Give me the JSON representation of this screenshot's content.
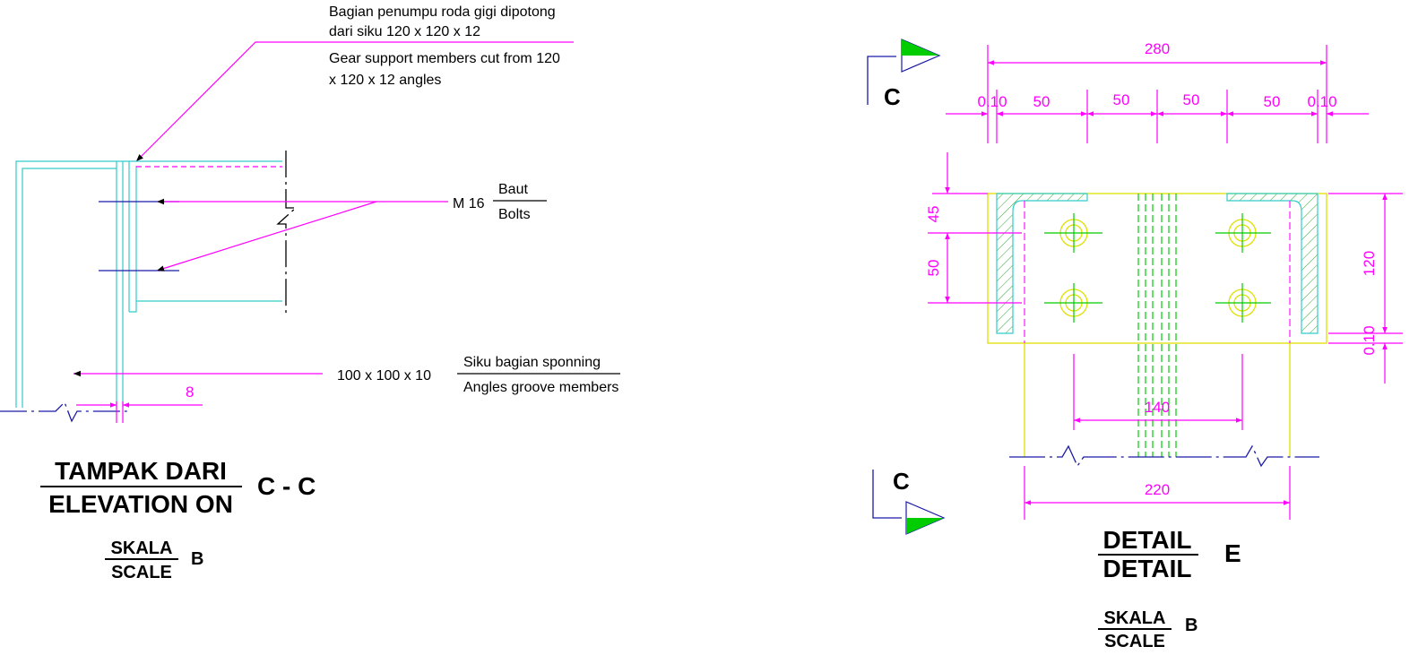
{
  "left_view": {
    "callout_top_line1": "Bagian penumpu roda gigi dipotong",
    "callout_top_line2": "dari siku 120 x 120 x 12",
    "callout_bottom_line1": "Gear support members cut from 120",
    "callout_bottom_line2": "x 120 x 12 angles",
    "bolt_size": "M 16",
    "bolt_label_top": "Baut",
    "bolt_label_bottom": "Bolts",
    "angle_size": "100 x 100 x 10",
    "angle_label_top": "Siku bagian sponning",
    "angle_label_bottom": "Angles groove members",
    "dim_gap": "8",
    "title_top": "TAMPAK DARI",
    "title_bottom": "ELEVATION ON",
    "title_section": "C - C",
    "scale_top": "SKALA",
    "scale_bottom": "SCALE",
    "scale_value": "B"
  },
  "right_view": {
    "section_mark_top": "C",
    "section_mark_bottom": "C",
    "dim_overall": "280",
    "dim_edge_left": "0.10",
    "dim_edge_right": "0.10",
    "dim_seg1": "50",
    "dim_seg2": "50",
    "dim_seg3": "50",
    "dim_seg4": "50",
    "dim_left_top": "45",
    "dim_left_bottom": "50",
    "dim_right_height": "120",
    "dim_right_bottom": "0.10",
    "dim_inner": "140",
    "dim_base": "220",
    "title_top": "DETAIL",
    "title_bottom": "DETAIL",
    "title_letter": "E",
    "scale_top": "SKALA",
    "scale_bottom": "SCALE",
    "scale_value": "B"
  },
  "colors": {
    "dimension": "#ff00ff",
    "steel": "#33cccc",
    "centerline": "#1a1aa6",
    "bolt": "#e0e000",
    "hidden": "#00cc00",
    "flag": "#00cc00"
  }
}
